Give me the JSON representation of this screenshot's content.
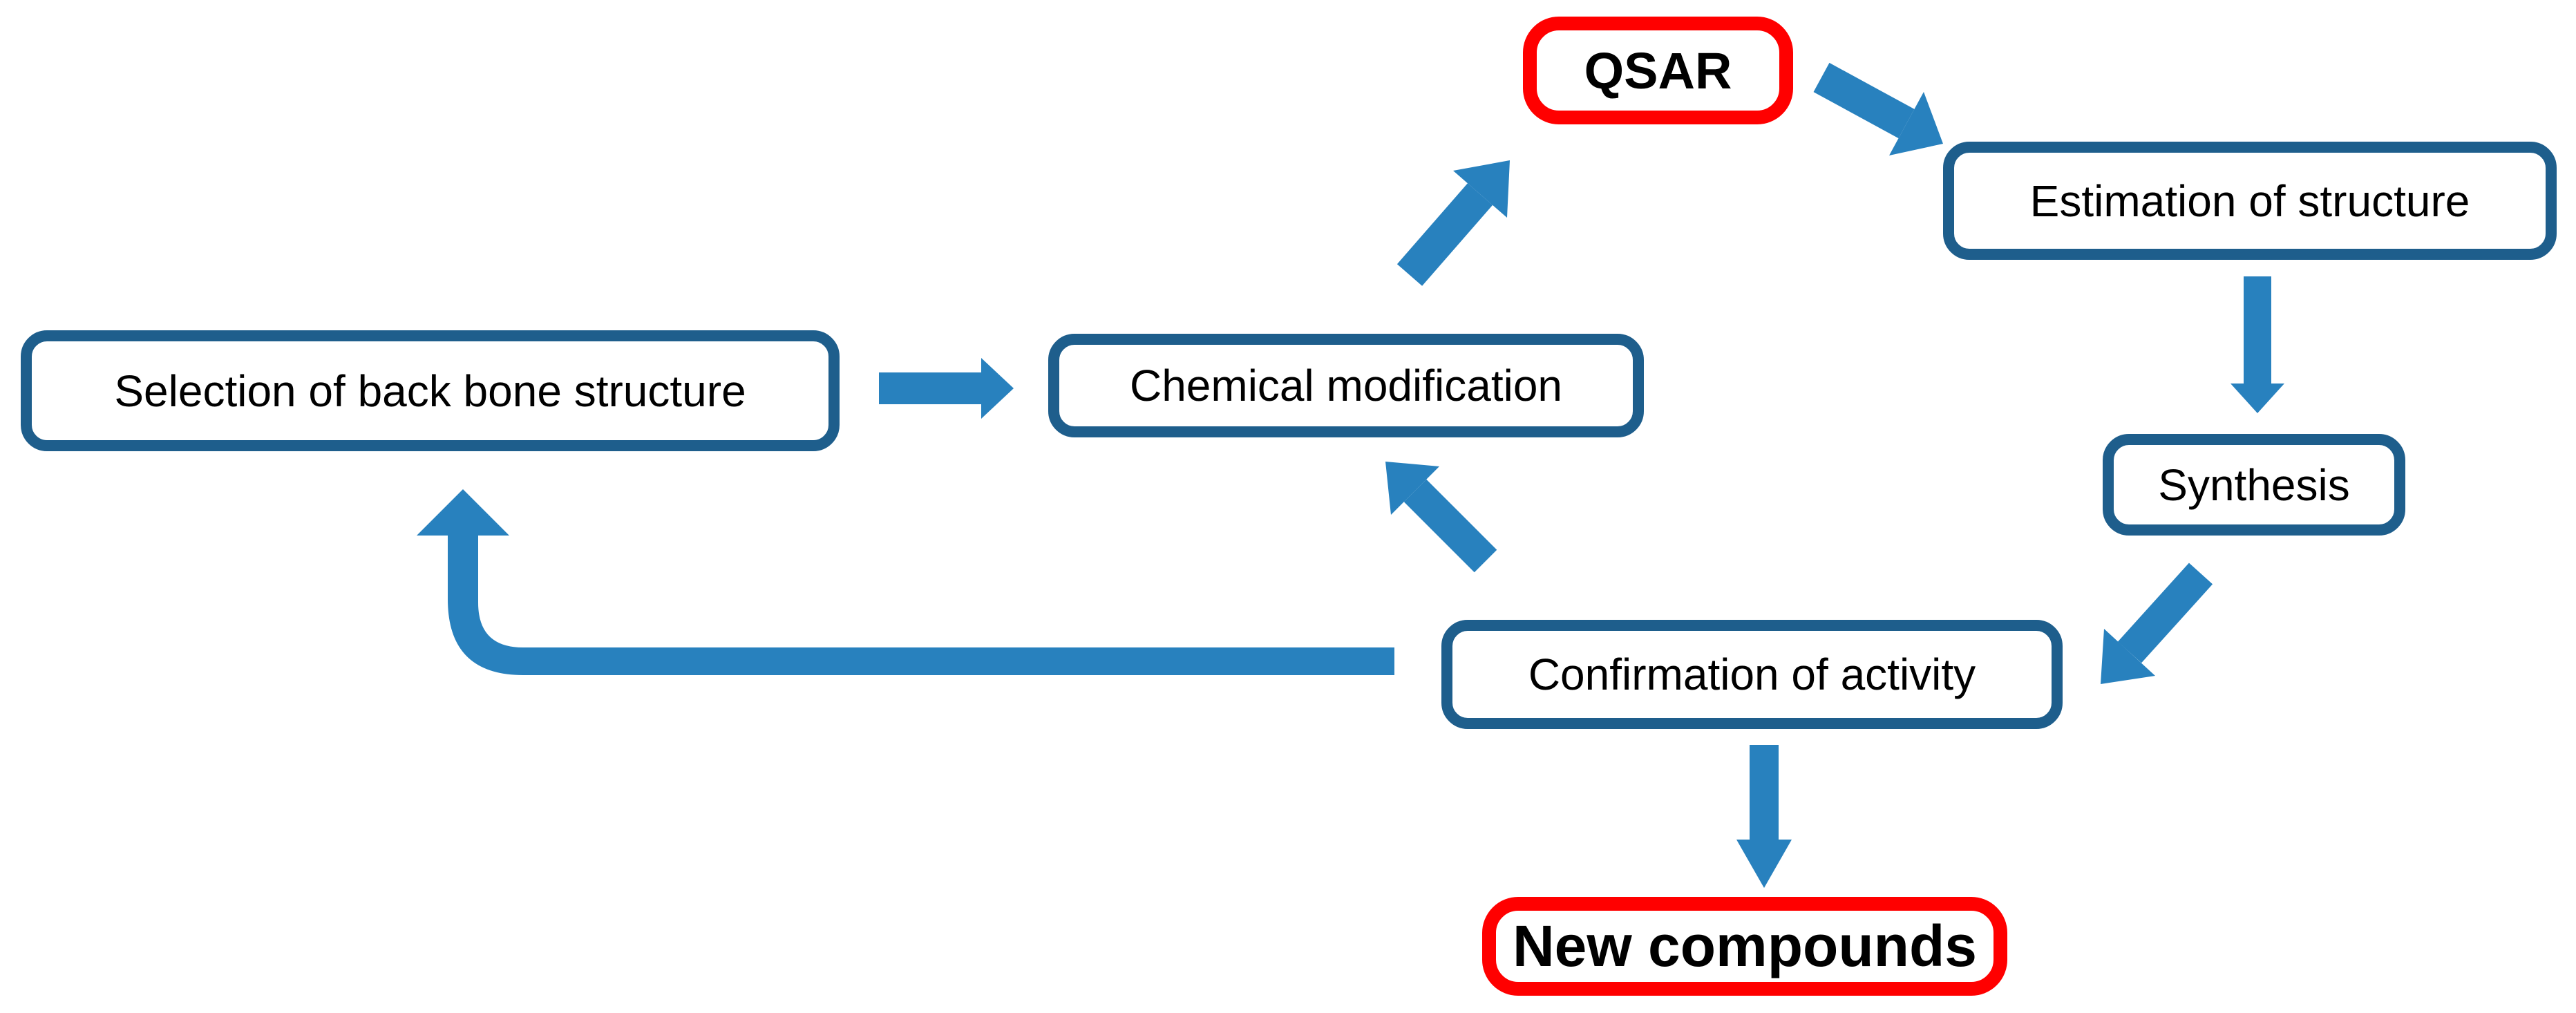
{
  "diagram": {
    "nodes": [
      {
        "id": "qsar",
        "label": "QSAR",
        "emphasis": "red"
      },
      {
        "id": "estimation-of-structure",
        "label": "Estimation of structure",
        "emphasis": "blue"
      },
      {
        "id": "selection-of-backbone",
        "label": "Selection of back bone structure",
        "emphasis": "blue"
      },
      {
        "id": "chemical-modification",
        "label": "Chemical modification",
        "emphasis": "blue"
      },
      {
        "id": "synthesis",
        "label": "Synthesis",
        "emphasis": "blue"
      },
      {
        "id": "confirmation-of-activity",
        "label": "Confirmation of activity",
        "emphasis": "blue"
      },
      {
        "id": "new-compounds",
        "label": "New compounds",
        "emphasis": "red"
      }
    ],
    "edges": [
      {
        "from": "selection-of-backbone",
        "to": "chemical-modification"
      },
      {
        "from": "chemical-modification",
        "to": "qsar"
      },
      {
        "from": "qsar",
        "to": "estimation-of-structure"
      },
      {
        "from": "estimation-of-structure",
        "to": "synthesis"
      },
      {
        "from": "synthesis",
        "to": "confirmation-of-activity"
      },
      {
        "from": "confirmation-of-activity",
        "to": "chemical-modification"
      },
      {
        "from": "confirmation-of-activity",
        "to": "new-compounds"
      },
      {
        "from": "confirmation-of-activity",
        "to": "selection-of-backbone"
      }
    ],
    "colors": {
      "blue_border": "#1E5E8C",
      "red_border": "#FF0000",
      "arrow": "#2881BE",
      "text": "#000000",
      "background": "#FFFFFF"
    }
  }
}
